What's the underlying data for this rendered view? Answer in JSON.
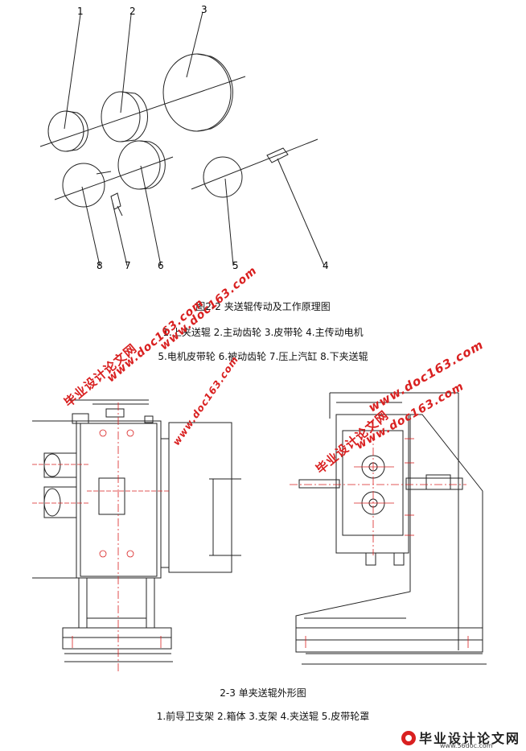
{
  "figure1": {
    "caption": "图2-2  夹送辊传动及工作原理图",
    "legend_line1": "1.上夹送辊  2.主动齿轮  3.皮带轮  4.主传动电机",
    "legend_line2": "5.电机皮带轮 6.被动齿轮 7.压上汽缸 8.下夹送辊",
    "labels": [
      "1",
      "2",
      "3",
      "4",
      "5",
      "6",
      "7",
      "8"
    ]
  },
  "figure2": {
    "caption": "2-3 单夹送辊外形图",
    "legend": "1.前导卫支架   2.箱体    3.支架   4.夹送辊    5.皮带轮罩"
  },
  "watermark": {
    "url": "www.doc163.com",
    "text": "毕业设计论文网"
  },
  "footer_logo": {
    "text": "毕业设计论文网",
    "url": "www.56doc.com"
  },
  "colors": {
    "accent_red": "#d92020",
    "line": "#222222"
  }
}
